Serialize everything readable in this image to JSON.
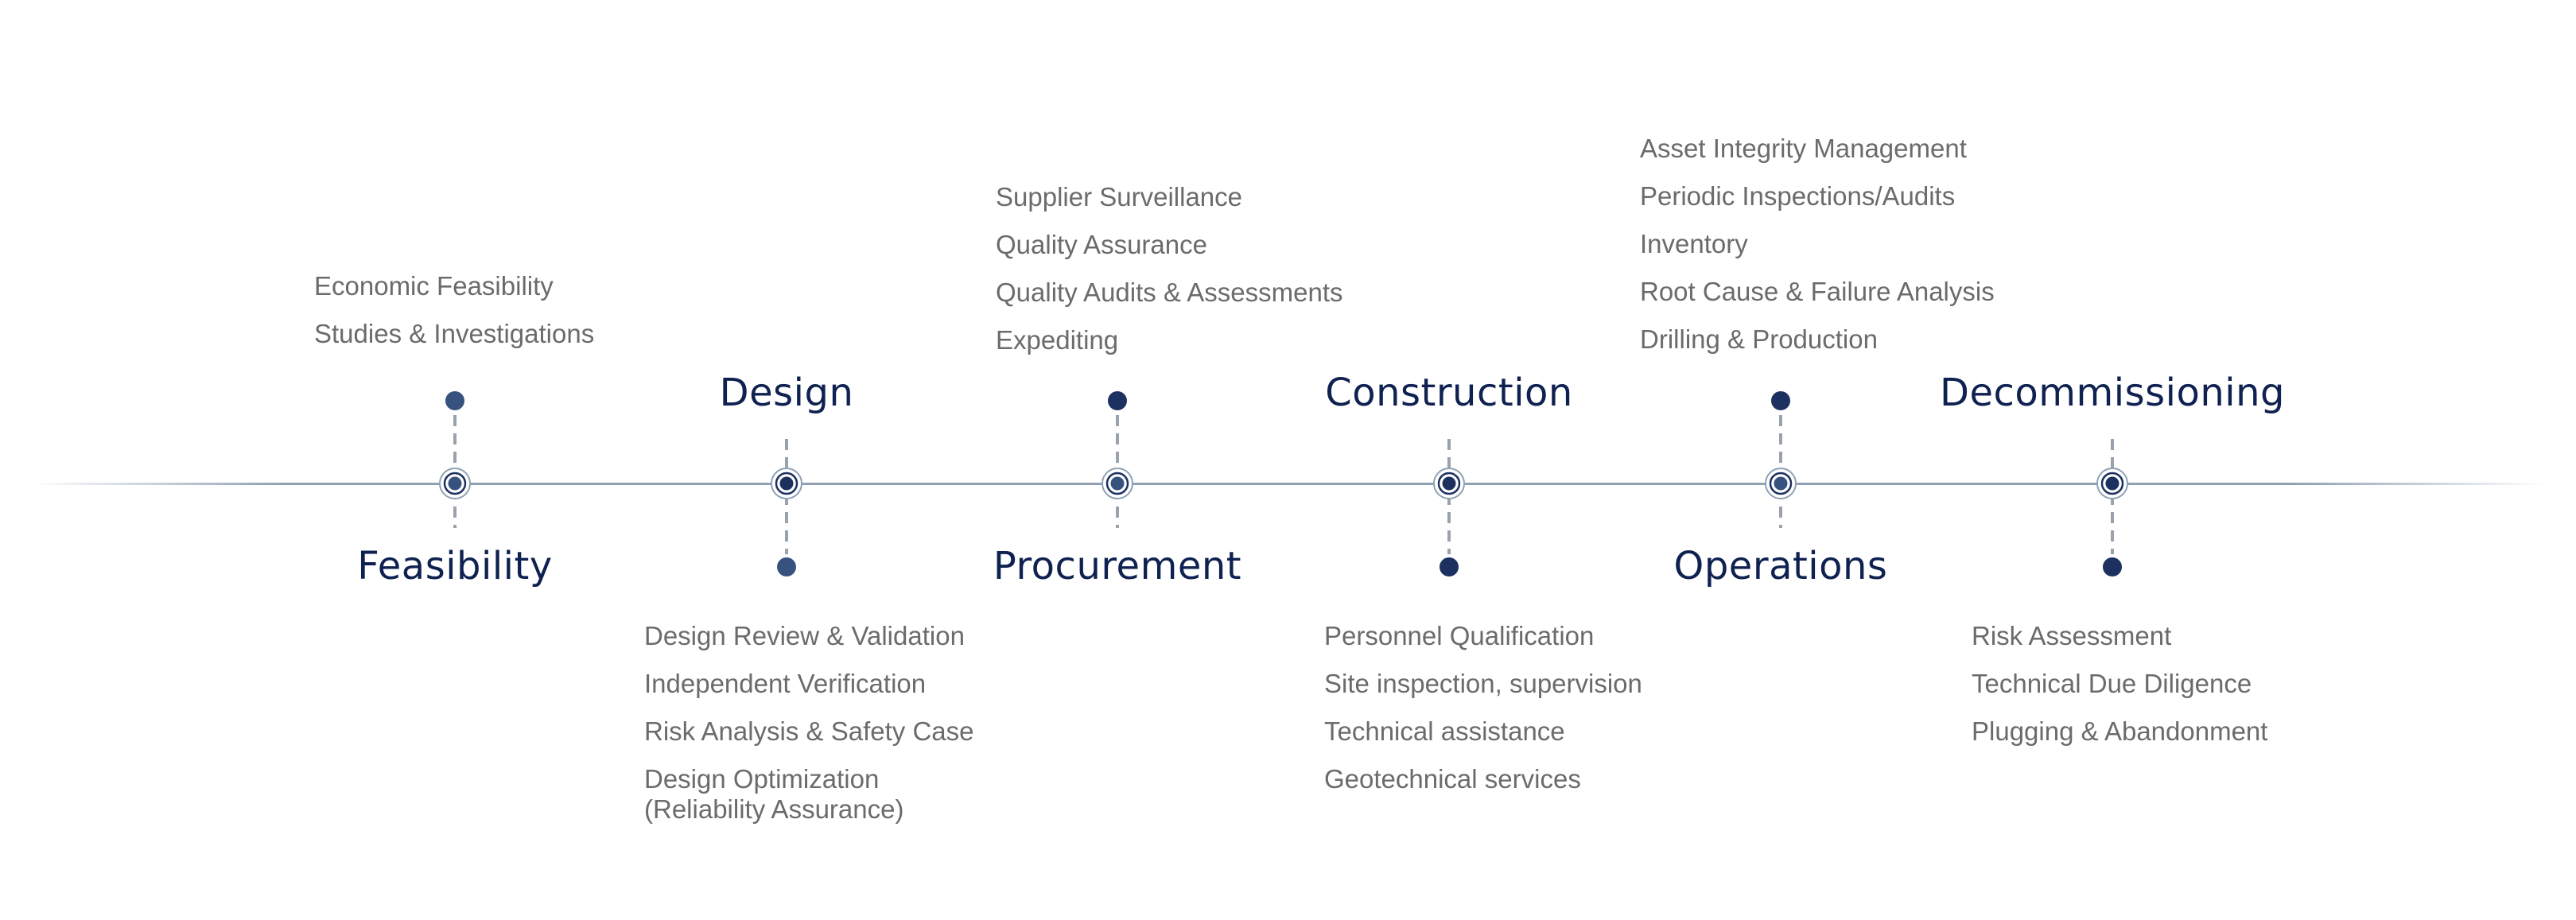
{
  "colors": {
    "axis": "#8fa1b3",
    "title": "#0f2150",
    "text": "#6b6b6b",
    "dot_light": "#37527f",
    "dot_dark": "#1d3160",
    "dash": "#9aa3ad"
  },
  "stages": [
    {
      "title": "Feasibility",
      "services": [
        "Economic Feasibility",
        "Studies & Investigations"
      ]
    },
    {
      "title": "Design",
      "services": [
        "Design Review & Validation",
        "Independent Verification",
        "Risk Analysis & Safety Case",
        "Design Optimization\n(Reliability Assurance)"
      ]
    },
    {
      "title": "Procurement",
      "services": [
        "Supplier Surveillance",
        "Quality Assurance",
        "Quality Audits & Assessments",
        "Expediting"
      ]
    },
    {
      "title": "Construction",
      "services": [
        "Personnel Qualification",
        "Site inspection, supervision",
        "Technical assistance",
        "Geotechnical services"
      ]
    },
    {
      "title": "Operations",
      "services": [
        "Asset Integrity Management",
        "Periodic Inspections/Audits",
        "Inventory",
        "Root Cause & Failure Analysis",
        "Drilling & Production"
      ]
    },
    {
      "title": "Decommissioning",
      "services": [
        "Risk Assessment",
        "Technical Due Diligence",
        "Plugging & Abandonment"
      ]
    }
  ]
}
